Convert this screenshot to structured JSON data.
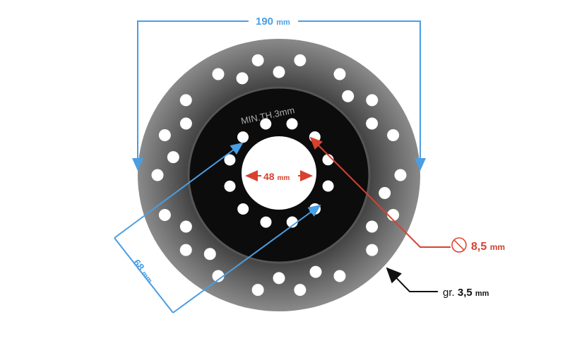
{
  "dimensions": {
    "outer_diameter": {
      "value": "190",
      "unit": "mm"
    },
    "center_hole": {
      "value": "48",
      "unit": "mm"
    },
    "bolt_circle": {
      "value": "68",
      "unit": "mm"
    },
    "hole_diameter": {
      "value": "8,5",
      "unit": "mm"
    },
    "thickness": {
      "prefix": "gr.",
      "value": "3,5",
      "unit": "mm"
    }
  },
  "disc_marking": "MIN.TH.3mm",
  "colors": {
    "blue": "#4a9ee3",
    "red": "#d9412e",
    "black": "#111111"
  }
}
